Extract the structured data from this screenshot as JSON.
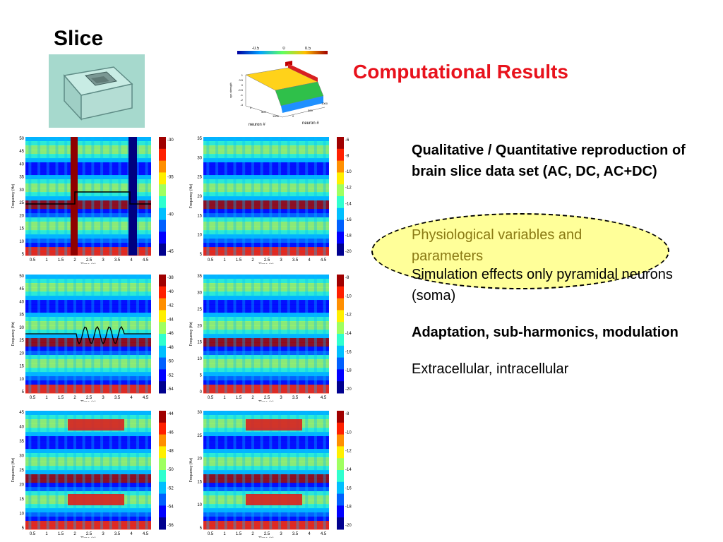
{
  "slice": {
    "title": "Slice"
  },
  "title": "Computational Results",
  "sim3d": {
    "colorbar_ticks": [
      "-0.5",
      "0",
      "0.5"
    ],
    "z_ticks": [
      "1",
      "0.5",
      "0",
      "-0.5",
      "-1",
      "-2",
      "-3"
    ],
    "y_ticks": [
      "0",
      "500",
      "1000"
    ],
    "x_ticks": [
      "1000",
      "500",
      "0"
    ],
    "axis_label_1": "neuron #",
    "axis_label_2": "neuron #",
    "z_label": "syn strength"
  },
  "bullets": {
    "b1": "Qualitative / Quantitative reproduction of brain slice data set (AC, DC, AC+DC)",
    "b2": "Physiological variables and parameters",
    "b3": "Simulation effects only pyramidal neurons (soma)",
    "b4": "Adaptation, sub-harmonics, modulation",
    "b5": "Extracellular, intracellular"
  },
  "spectrograms": {
    "xlabel": "Time (s)",
    "ylabel": "Frequency (Hz)",
    "x_ticks": [
      "0.5",
      "1",
      "1.5",
      "2",
      "2.5",
      "3",
      "3.5",
      "4",
      "4.5"
    ],
    "left_y_ticks_top": [
      "50",
      "45",
      "40",
      "35",
      "30",
      "25",
      "20",
      "15",
      "10",
      "5"
    ],
    "left_y_ticks_mid": [
      "50",
      "45",
      "40",
      "35",
      "30",
      "25",
      "20",
      "15",
      "10",
      "5"
    ],
    "left_y_ticks_bot": [
      "45",
      "40",
      "35",
      "30",
      "25",
      "20",
      "15",
      "10",
      "5"
    ],
    "right_y_ticks_top": [
      "35",
      "30",
      "25",
      "20",
      "15",
      "10",
      "5"
    ],
    "right_y_ticks_mid": [
      "35",
      "30",
      "25",
      "20",
      "15",
      "10",
      "5",
      "0"
    ],
    "right_y_ticks_bot": [
      "30",
      "25",
      "20",
      "15",
      "10",
      "5"
    ],
    "cbar_l1": [
      "-30",
      "-35",
      "-40",
      "-45"
    ],
    "cbar_l2": [
      "-38",
      "-40",
      "-42",
      "-44",
      "-46",
      "-48",
      "-50",
      "-52",
      "-54"
    ],
    "cbar_l3": [
      "-44",
      "-46",
      "-48",
      "-50",
      "-52",
      "-54",
      "-56"
    ],
    "cbar_r1": [
      "-6",
      "-8",
      "-10",
      "-12",
      "-14",
      "-16",
      "-18",
      "-20"
    ],
    "cbar_r2": [
      "-8",
      "-10",
      "-12",
      "-14",
      "-16",
      "-18",
      "-20"
    ],
    "cbar_r3": [
      "-8",
      "-10",
      "-12",
      "-14",
      "-16",
      "-18",
      "-20"
    ]
  }
}
